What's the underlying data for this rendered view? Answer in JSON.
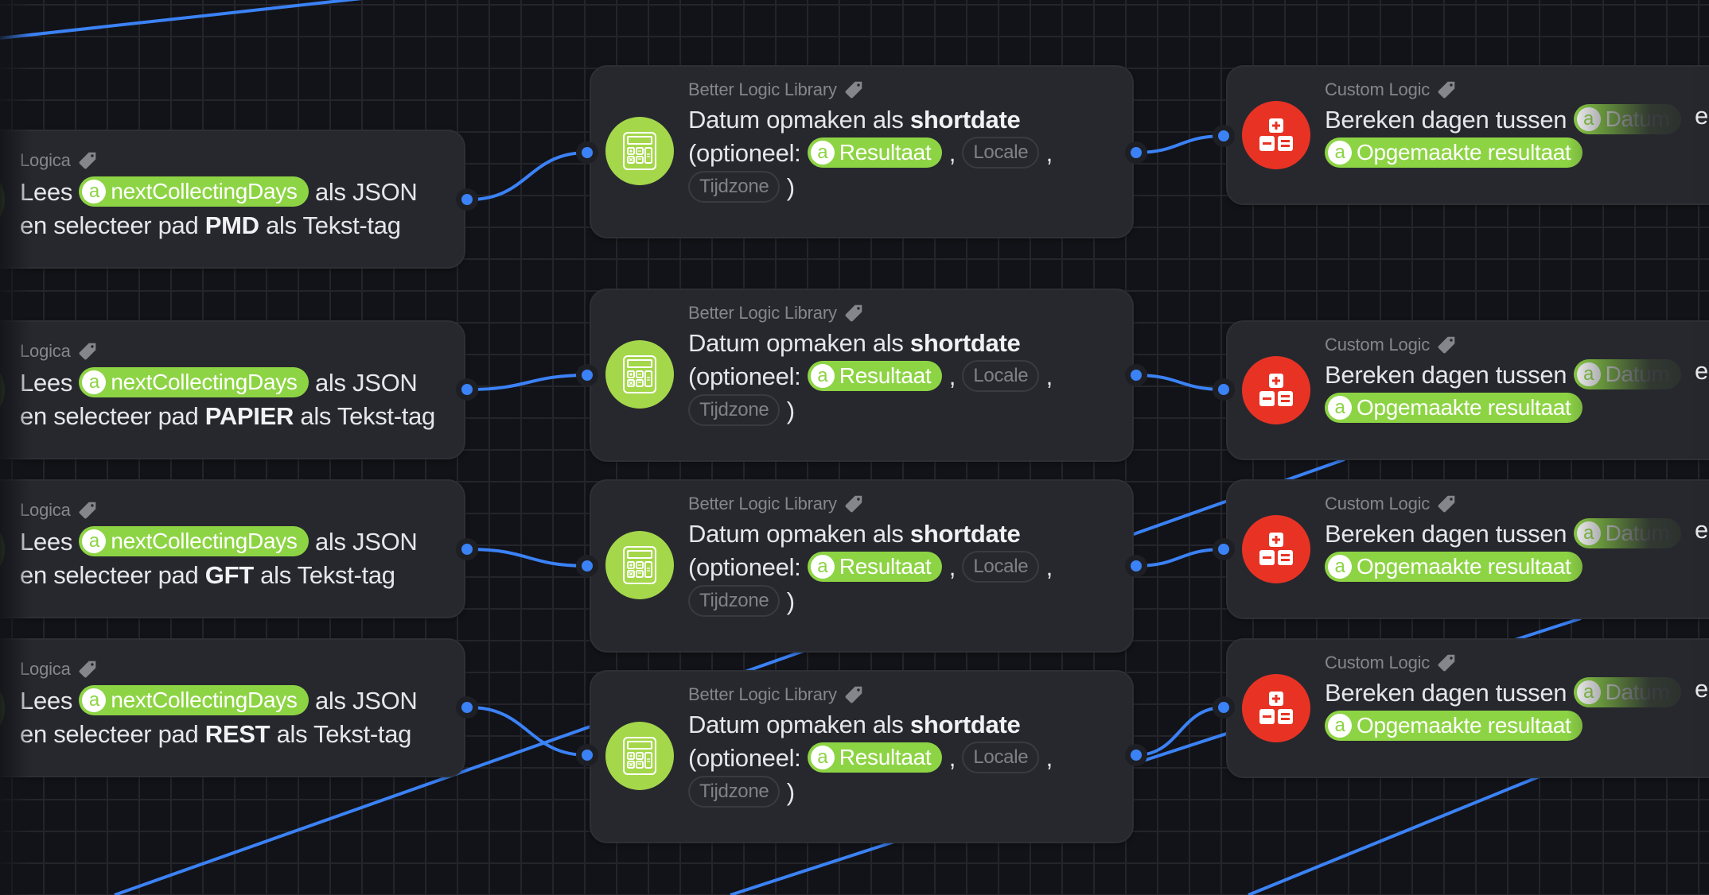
{
  "canvas": {
    "wire_color": "#3b82f6",
    "grid_color": "#24252b",
    "background": "#121318"
  },
  "rows": [
    {
      "logic": {
        "category": "Logica",
        "pre": "Lees",
        "variable": "nextCollectingDays",
        "mid": "als JSON",
        "line2_pre": "en selecteer pad",
        "path": "PMD",
        "line2_post": "als Tekst-tag"
      },
      "format": {
        "category": "Better Logic Library",
        "pre": "Datum opmaken als",
        "format_name": "shortdate",
        "optional_label": "(optioneel:",
        "arg1": "Resultaat",
        "comma1": ",",
        "arg2": "Locale",
        "comma2": ",",
        "arg3": "Tijdzone",
        "close": ")"
      },
      "calc": {
        "category": "Custom Logic",
        "pre": "Bereken dagen tussen",
        "arg1": "Datum",
        "cont": "e",
        "arg2": "Opgemaakte resultaat"
      }
    },
    {
      "logic": {
        "category": "Logica",
        "pre": "Lees",
        "variable": "nextCollectingDays",
        "mid": "als JSON",
        "line2_pre": "en selecteer pad",
        "path": "PAPIER",
        "line2_post": "als Tekst-tag"
      },
      "format": {
        "category": "Better Logic Library",
        "pre": "Datum opmaken als",
        "format_name": "shortdate",
        "optional_label": "(optioneel:",
        "arg1": "Resultaat",
        "comma1": ",",
        "arg2": "Locale",
        "comma2": ",",
        "arg3": "Tijdzone",
        "close": ")"
      },
      "calc": {
        "category": "Custom Logic",
        "pre": "Bereken dagen tussen",
        "arg1": "Datum",
        "cont": "e",
        "arg2": "Opgemaakte resultaat"
      }
    },
    {
      "logic": {
        "category": "Logica",
        "pre": "Lees",
        "variable": "nextCollectingDays",
        "mid": "als JSON",
        "line2_pre": "en selecteer pad",
        "path": "GFT",
        "line2_post": "als Tekst-tag"
      },
      "format": {
        "category": "Better Logic Library",
        "pre": "Datum opmaken als",
        "format_name": "shortdate",
        "optional_label": "(optioneel:",
        "arg1": "Resultaat",
        "comma1": ",",
        "arg2": "Locale",
        "comma2": ",",
        "arg3": "Tijdzone",
        "close": ")"
      },
      "calc": {
        "category": "Custom Logic",
        "pre": "Bereken dagen tussen",
        "arg1": "Datum",
        "cont": "e",
        "arg2": "Opgemaakte resultaat"
      }
    },
    {
      "logic": {
        "category": "Logica",
        "pre": "Lees",
        "variable": "nextCollectingDays",
        "mid": "als JSON",
        "line2_pre": "en selecteer pad",
        "path": "REST",
        "line2_post": "als Tekst-tag"
      },
      "format": {
        "category": "Better Logic Library",
        "pre": "Datum opmaken als",
        "format_name": "shortdate",
        "optional_label": "(optioneel:",
        "arg1": "Resultaat",
        "comma1": ",",
        "arg2": "Locale",
        "comma2": ",",
        "arg3": "Tijdzone",
        "close": ")"
      },
      "calc": {
        "category": "Custom Logic",
        "pre": "Bereken dagen tussen",
        "arg1": "Datum",
        "cont": "e",
        "arg2": "Opgemaakte resultaat"
      }
    }
  ],
  "icons": {
    "tag": "tag-icon",
    "variable_badge": "a",
    "format_icon": "calculator-icon",
    "calc_icon": "math-operators-icon"
  },
  "colors": {
    "pill_green": "#8dd444",
    "format_icon_bg": "#a4d74a",
    "calc_icon_bg": "#e83324",
    "port_blue": "#3b82f6"
  }
}
